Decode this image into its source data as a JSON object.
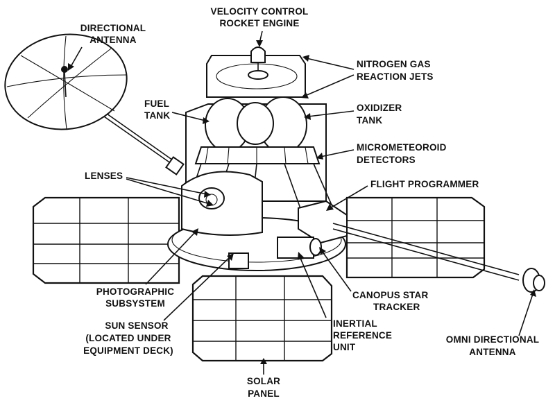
{
  "labels": {
    "velocity_line1": "VELOCITY CONTROL",
    "velocity_line2": "ROCKET ENGINE",
    "directional_line1": "DIRECTIONAL",
    "directional_line2": "ANTENNA",
    "nitrogen_line1": "NITROGEN GAS",
    "nitrogen_line2": "REACTION JETS",
    "fuel_line1": "FUEL",
    "fuel_line2": "TANK",
    "oxidizer_line1": "OXIDIZER",
    "oxidizer_line2": "TANK",
    "micro_line1": "MICROMETEOROID",
    "micro_line2": "DETECTORS",
    "lenses": "LENSES",
    "flight_programmer": "FLIGHT PROGRAMMER",
    "photo_line1": "PHOTOGRAPHIC",
    "photo_line2": "SUBSYSTEM",
    "canopus_line1": "CANOPUS STAR",
    "canopus_line2": "TRACKER",
    "sun_line1": "SUN SENSOR",
    "sun_line2": "(LOCATED UNDER",
    "sun_line3": "EQUIPMENT DECK)",
    "inertial_line1": "INERTIAL",
    "inertial_line2": "REFERENCE",
    "inertial_line3": "UNIT",
    "omni_line1": "OMNI DIRECTIONAL",
    "omni_line2": "ANTENNA",
    "solar_line1": "SOLAR",
    "solar_line2": "PANEL"
  },
  "colors": {
    "ink": "#111111",
    "background": "#ffffff"
  }
}
